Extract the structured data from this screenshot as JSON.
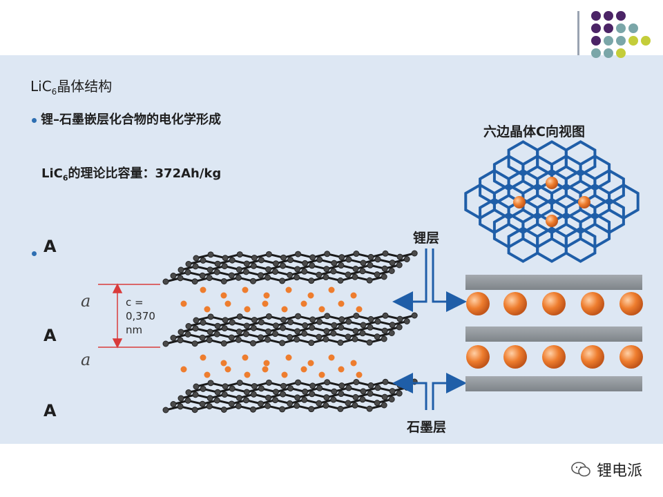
{
  "title": {
    "main": "LiC",
    "sub": "6",
    "tail": "晶体结构"
  },
  "bullet": "锂–石墨嵌层化合物的电化学形成",
  "capacity": {
    "pre": "LiC",
    "sub": "6",
    "post": "的理论比容量：372Ah/kg"
  },
  "hex_view_label": "六边晶体C向视图",
  "lithium_layer_label": "锂层",
  "graphite_layer_label": "石墨层",
  "stacking_letters": [
    "A",
    "A",
    "A"
  ],
  "interlayer_symbol": "a",
  "spacing_annotation": "c =\n0,370\nnm",
  "watermark": "锂电派",
  "colors": {
    "panel": "#dde7f3",
    "purple": "#4b2466",
    "teal": "#7aa6a8",
    "lime": "#c4cd3a",
    "hex_blue": "#1f5ea8",
    "li_orange": "#ec7a2b",
    "graphite_band": "#8d9297",
    "arrow_blue": "#1f5ea8",
    "spacing_red": "#d93b3b"
  },
  "icons": {
    "watermark": "wechat-icon"
  }
}
